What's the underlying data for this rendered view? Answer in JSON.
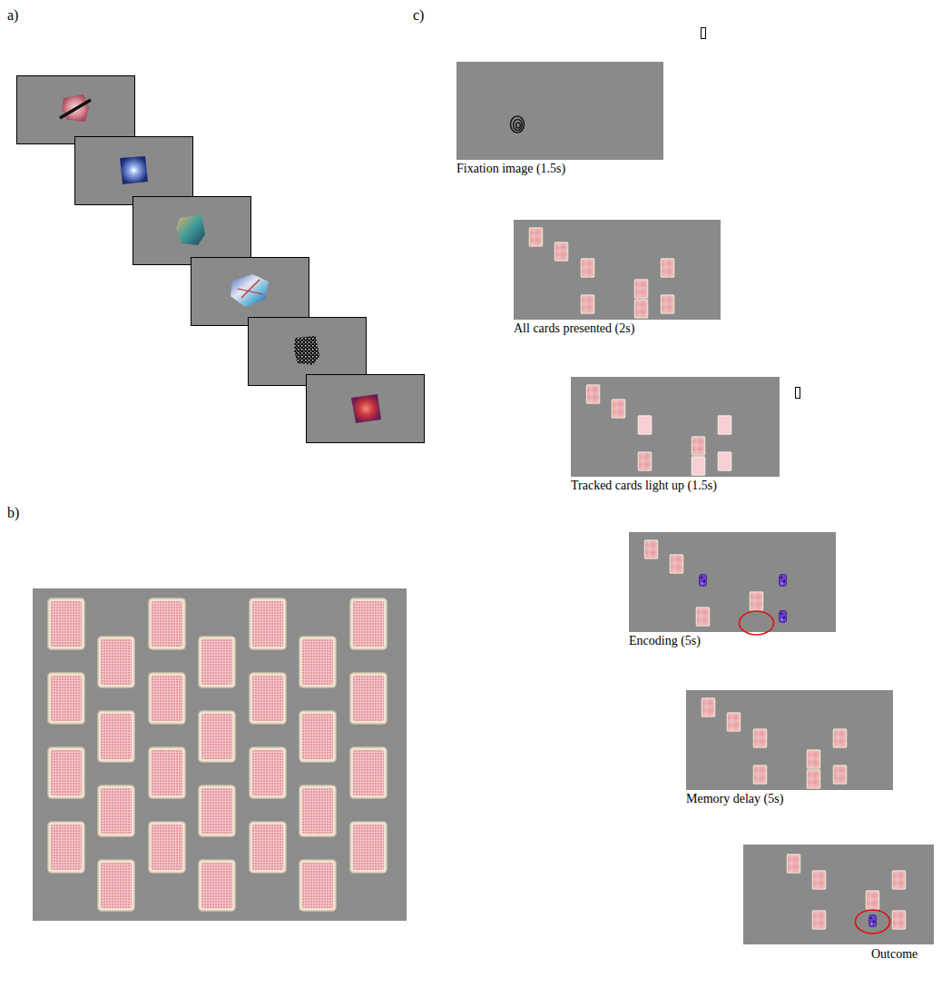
{
  "diagram": {
    "labels": [
      "a)",
      "b)",
      "c)",
      "Fixation image (1.5s)",
      "All cards presented (2s)",
      "Tracked cards light up (1.5s)",
      "Encoding (5s)",
      "Memory delay (5s)",
      "Outcome"
    ]
  }
}
